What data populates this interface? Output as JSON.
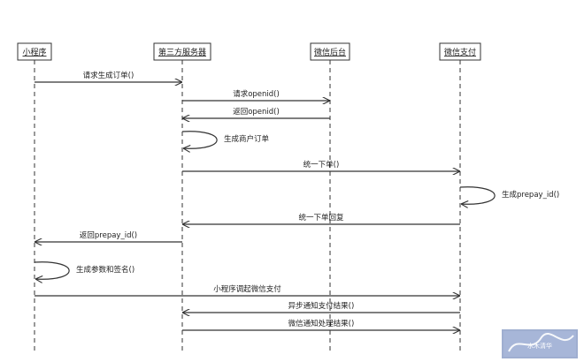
{
  "participants": [
    {
      "id": "miniprogram",
      "label": "小程序"
    },
    {
      "id": "third_party_server",
      "label": "第三方服务器"
    },
    {
      "id": "wechat_backend",
      "label": "微信后台"
    },
    {
      "id": "wechat_pay",
      "label": "微信支付"
    }
  ],
  "messages": [
    {
      "from": "miniprogram",
      "to": "third_party_server",
      "label": "请求生成订单()"
    },
    {
      "from": "third_party_server",
      "to": "wechat_backend",
      "label": "请求openid()"
    },
    {
      "from": "wechat_backend",
      "to": "third_party_server",
      "label": "返回openid()"
    },
    {
      "from": "third_party_server",
      "to": "third_party_server",
      "label": "生成商户订单"
    },
    {
      "from": "third_party_server",
      "to": "wechat_pay",
      "label": "统一下单()"
    },
    {
      "from": "wechat_pay",
      "to": "wechat_pay",
      "label": "生成prepay_id()"
    },
    {
      "from": "wechat_pay",
      "to": "third_party_server",
      "label": "统一下单回复"
    },
    {
      "from": "third_party_server",
      "to": "miniprogram",
      "label": "返回prepay_id()"
    },
    {
      "from": "miniprogram",
      "to": "miniprogram",
      "label": "生成参数和签名()"
    },
    {
      "from": "miniprogram",
      "to": "wechat_pay",
      "label": "小程序调起微信支付"
    },
    {
      "from": "wechat_pay",
      "to": "third_party_server",
      "label": "异步通知支付结果()"
    },
    {
      "from": "third_party_server",
      "to": "wechat_pay",
      "label": "微信通知处理结果()"
    }
  ],
  "watermark": {
    "text": "水木清华"
  },
  "colors": {
    "line": "#333333",
    "box_border": "#333333",
    "watermark_bg": "#8ea0c8"
  }
}
